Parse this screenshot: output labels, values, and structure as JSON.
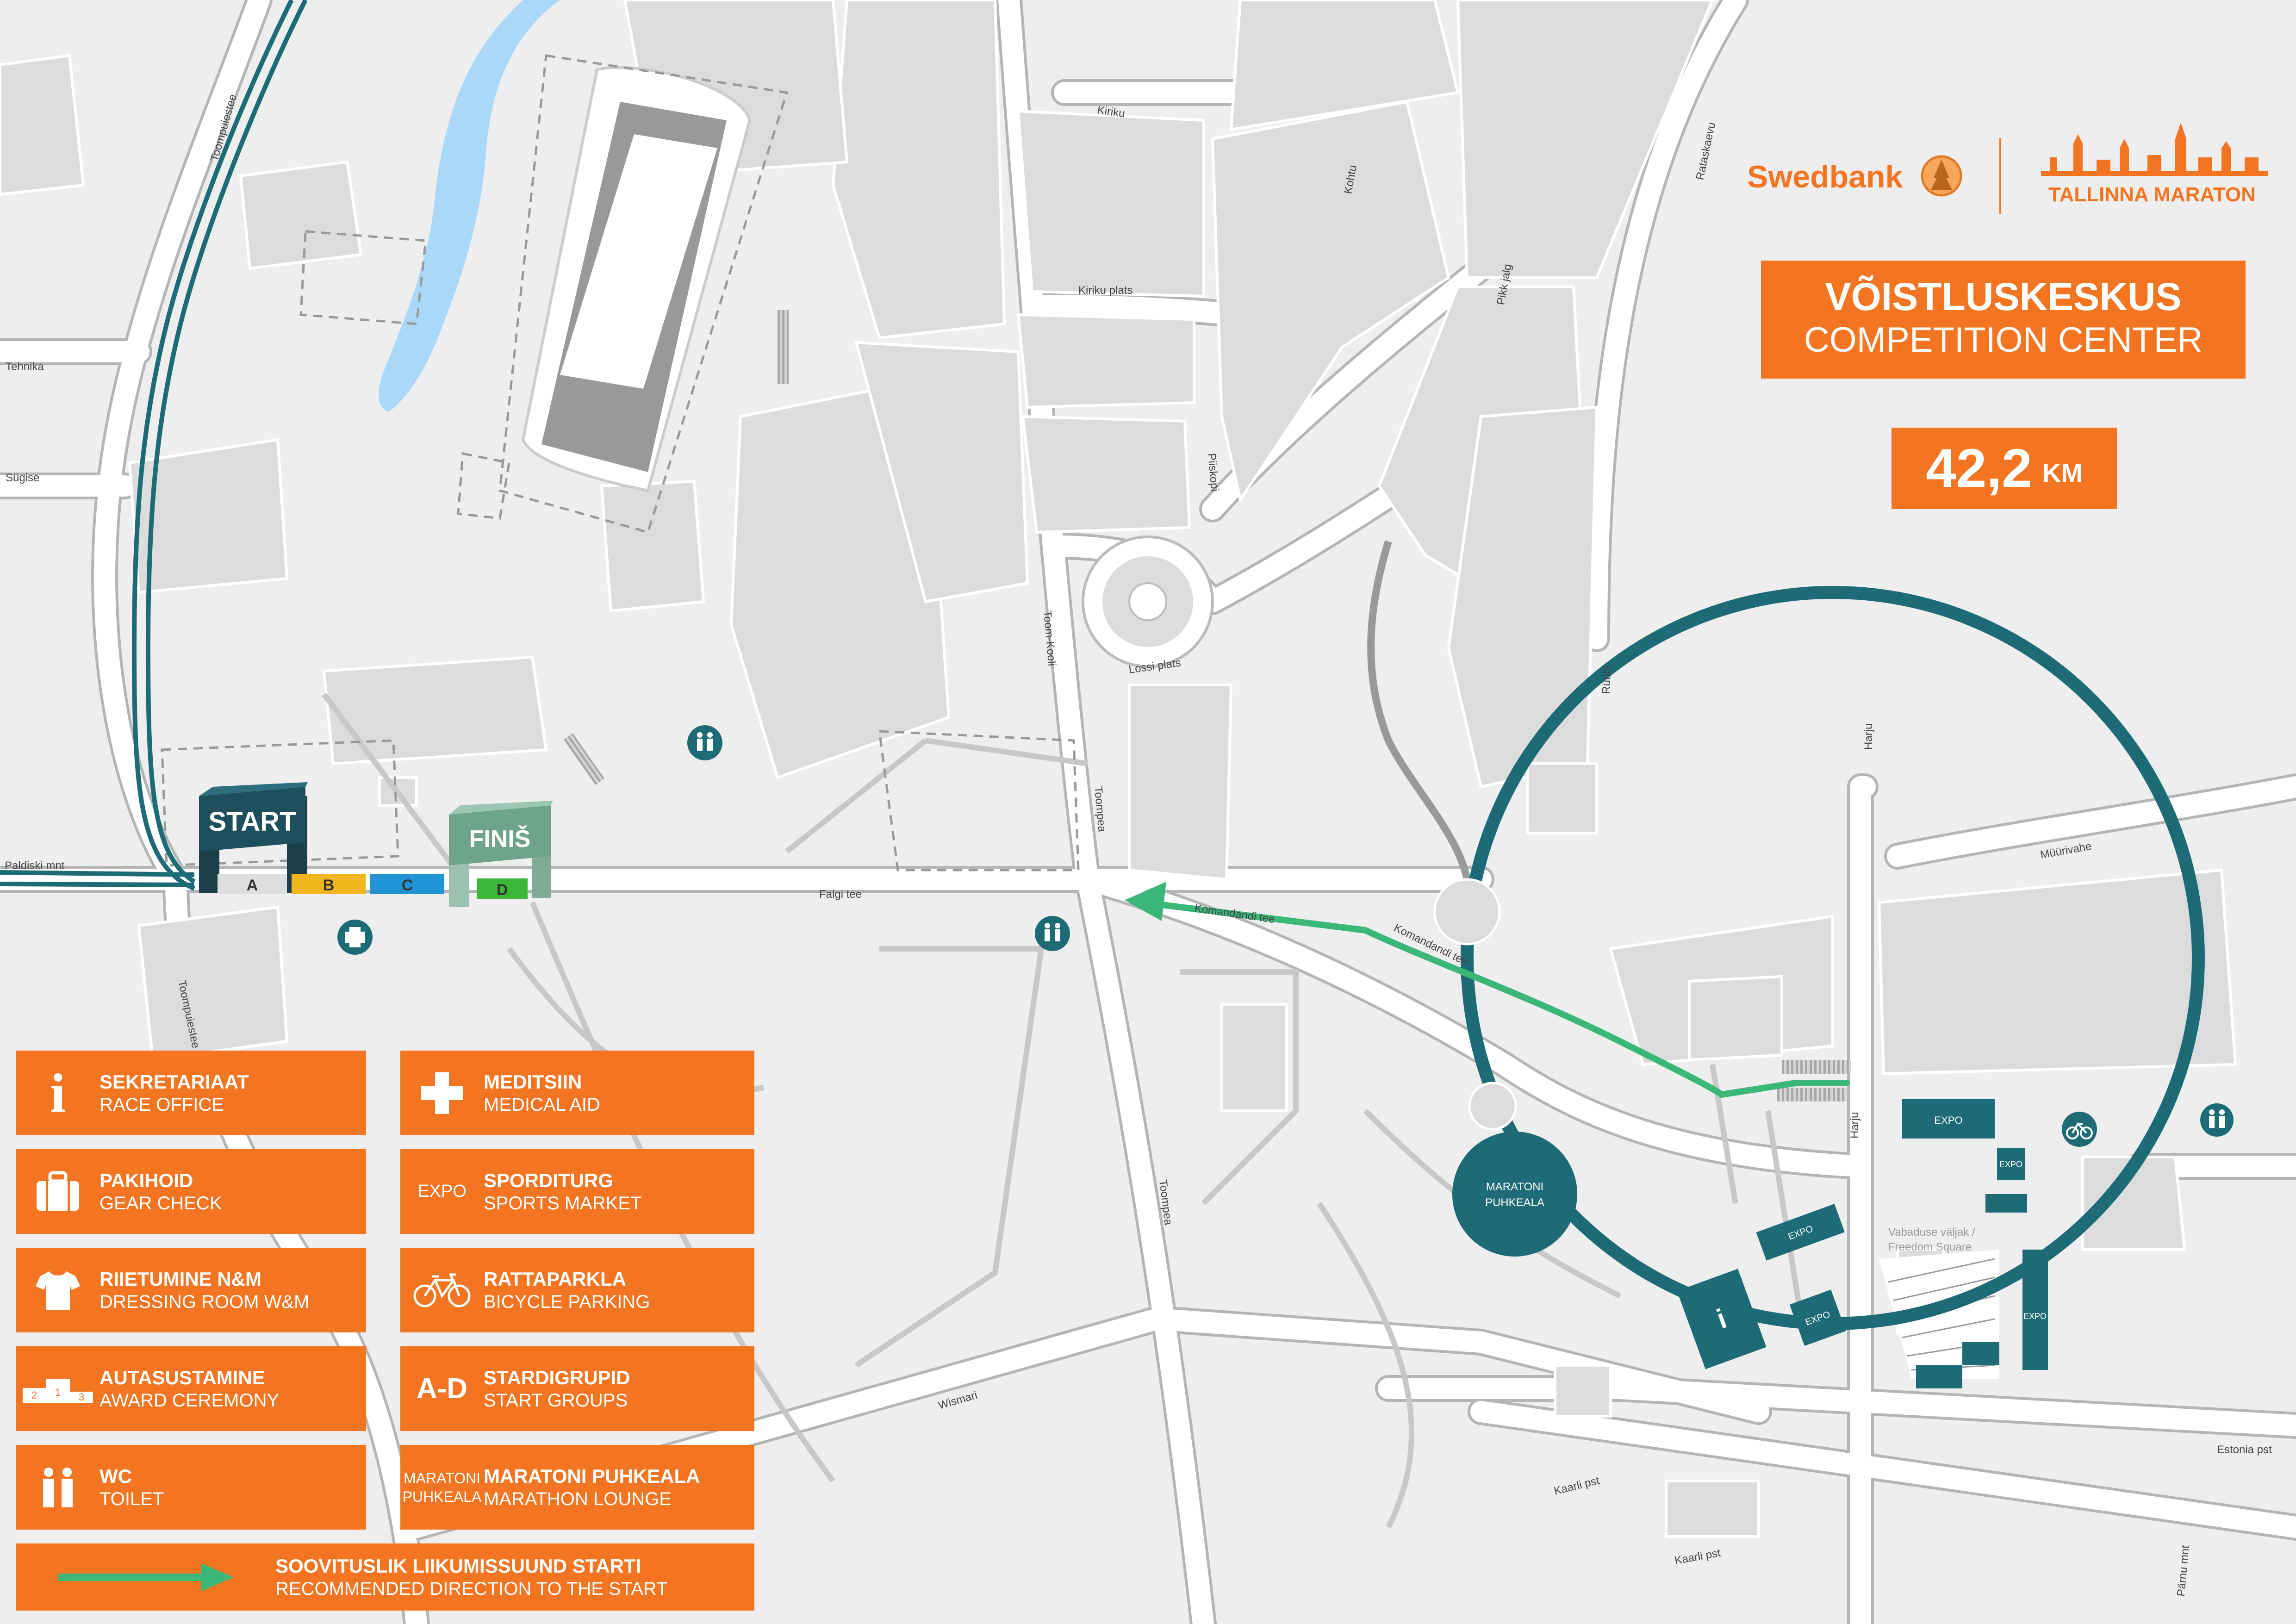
{
  "brand": {
    "sponsor": "Swedbank",
    "event": "TALLINNA MARATON",
    "color_orange": "#f47521",
    "color_teal": "#1e6b78",
    "color_route_green": "#3bb878"
  },
  "header": {
    "title_et": "VÕISTLUSKESKUS",
    "title_en": "COMPETITION CENTER",
    "distance_value": "42,2",
    "distance_unit": "KM"
  },
  "streets": {
    "toompuiestee": "Toompuiestee",
    "tehnika": "Tehnika",
    "sugise": "Sügise",
    "paldiski": "Paldiski mnt",
    "kiriku": "Kiriku",
    "kiriku_plats": "Kiriku plats",
    "kohtu": "Kohtu",
    "piiskopi": "Piiskopi",
    "toom_kooli": "Toom-Kooli",
    "lossi_plats": "Lossi plats",
    "toompea": "Toompea",
    "falgi": "Falgi tee",
    "komandandi": "Komandandi tee",
    "wismari": "Wismari",
    "harju": "Harju",
    "murivahe": "Müürivahe",
    "ruutli": "Rüütli",
    "pikk_jalg": "Pikk jalg",
    "rataskaevu": "Rataskaevu",
    "kaarli": "Kaarli pst",
    "estonia": "Estonia pst",
    "parnu": "Pärnu mnt",
    "vabaduse": "Vabaduse väljak /",
    "freedom": "Freedom Square"
  },
  "map_labels": {
    "start": "START",
    "finish": "FINIŠ",
    "group_a": "A",
    "group_b": "B",
    "group_c": "C",
    "group_d": "D",
    "lounge_l1": "MARATONI",
    "lounge_l2": "PUHKEALA",
    "expo": "EXPO",
    "info_glyph": "i"
  },
  "legend": [
    {
      "icon": "info-icon",
      "et": "SEKRETARIAAT",
      "en": "RACE OFFICE"
    },
    {
      "icon": "medical-cross-icon",
      "et": "MEDITSIIN",
      "en": "MEDICAL AID"
    },
    {
      "icon": "luggage-icon",
      "et": "PAKIHOID",
      "en": "GEAR CHECK"
    },
    {
      "icon": "expo-text-icon",
      "icon_text": "EXPO",
      "et": "SPORDITURG",
      "en": "SPORTS MARKET"
    },
    {
      "icon": "tshirt-icon",
      "et": "RIIETUMINE N&M",
      "en": "DRESSING ROOM W&M"
    },
    {
      "icon": "bicycle-icon",
      "et": "RATTAPARKLA",
      "en": "BICYCLE PARKING"
    },
    {
      "icon": "podium-icon",
      "icon_text_1": "2",
      "icon_text_2": "1",
      "icon_text_3": "3",
      "et": "AUTASUSTAMINE",
      "en": "AWARD CEREMONY"
    },
    {
      "icon": "start-groups-text-icon",
      "icon_text": "A-D",
      "et": "STARDIGRUPID",
      "en": "START GROUPS"
    },
    {
      "icon": "toilet-icon",
      "et": "WC",
      "en": "TOILET"
    },
    {
      "icon": "lounge-text-icon",
      "icon_text_1": "MARATONI",
      "icon_text_2": "PUHKEALA",
      "et": "MARATONI PUHKEALA",
      "en": "MARATHON LOUNGE"
    },
    {
      "icon": "green-arrow-icon",
      "et": "SOOVITUSLIK LIIKUMISSUUND STARTI",
      "en": "RECOMMENDED DIRECTION TO THE START"
    }
  ]
}
